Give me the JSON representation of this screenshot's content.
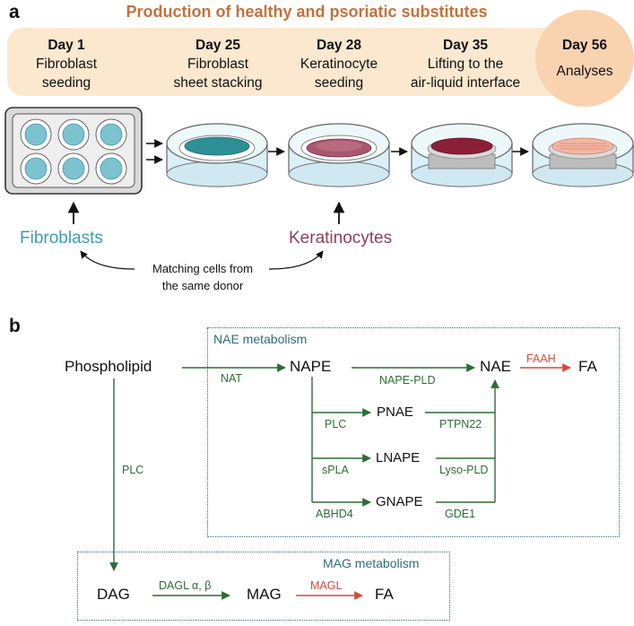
{
  "panel_a": {
    "letter": "a",
    "title": "Production of healthy and psoriatic substitutes",
    "steps": [
      {
        "day": "Day 1",
        "desc_1": "Fibroblast",
        "desc_2": "seeding"
      },
      {
        "day": "Day 25",
        "desc_1": "Fibroblast",
        "desc_2": "sheet stacking"
      },
      {
        "day": "Day 28",
        "desc_1": "Keratinocyte",
        "desc_2": "seeding"
      },
      {
        "day": "Day 35",
        "desc_1": "Lifting to the",
        "desc_2": "air-liquid interface"
      },
      {
        "day": "Day 56",
        "desc_1": "Analyses",
        "desc_2": ""
      }
    ],
    "fibroblasts_label": "Fibroblasts",
    "keratinocytes_label": "Keratinocytes",
    "note_line_1": "Matching cells from",
    "note_line_2": "the same donor",
    "colors": {
      "title": "#c8703a",
      "band": "#fbe8cf",
      "circle": "#f9d2b0",
      "fibroblast": "#3ba0b0",
      "keratinocyte": "#8e3f55"
    }
  },
  "panel_b": {
    "letter": "b",
    "nae_box_title": "NAE metabolism",
    "mag_box_title": "MAG metabolism",
    "nodes": {
      "phospholipid": "Phospholipid",
      "nape": "NAPE",
      "nae": "NAE",
      "fa_top": "FA",
      "pnae": "PNAE",
      "lnape": "LNAPE",
      "gnape": "GNAPE",
      "dag": "DAG",
      "mag": "MAG",
      "fa_bottom": "FA"
    },
    "enzymes": {
      "nat": "NAT",
      "nape_pld": "NAPE-PLD",
      "faah": "FAAH",
      "plc_inner": "PLC",
      "ptpn22": "PTPN22",
      "spla": "sPLA",
      "lyso_pld": "Lyso-PLD",
      "abhd4": "ABHD4",
      "gde1": "GDE1",
      "plc_left": "PLC",
      "dagl": "DAGL α, β",
      "magl": "MAGL"
    },
    "colors": {
      "green_arrow": "#2b6e33",
      "red_arrow": "#d9493c",
      "box_border": "#2f6d7a"
    }
  }
}
